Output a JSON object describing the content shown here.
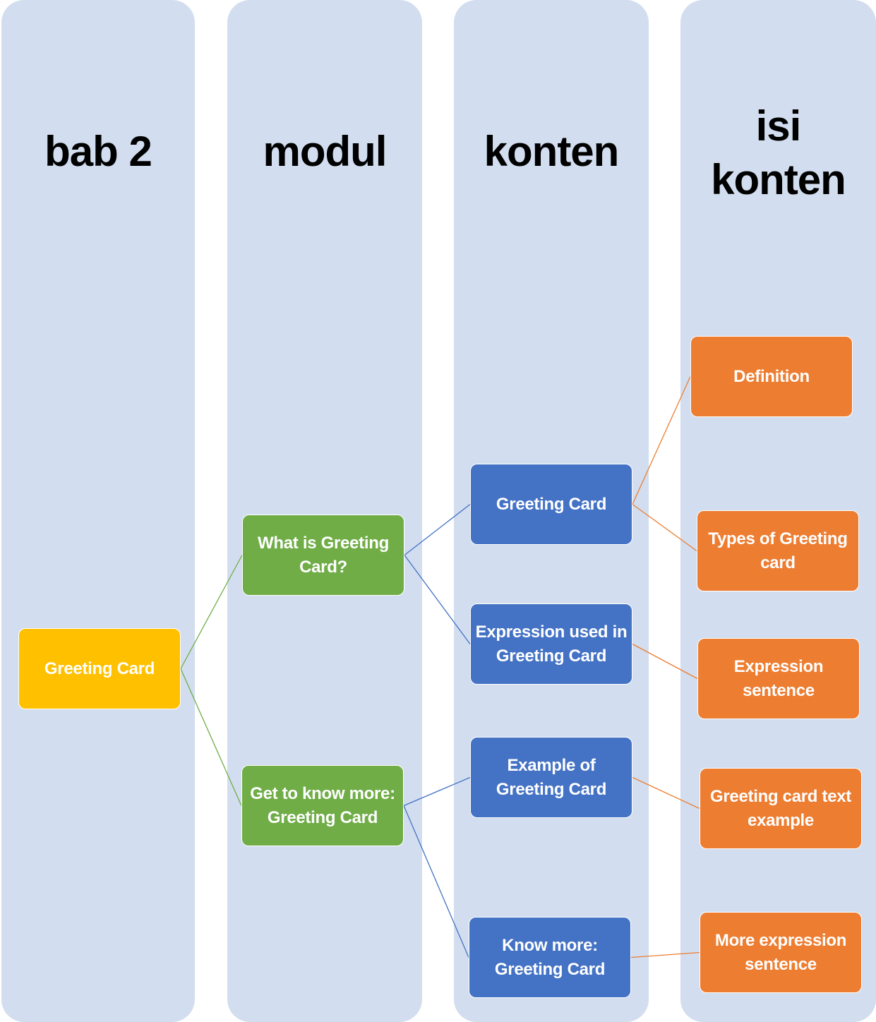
{
  "lanes": [
    {
      "title": "bab 2"
    },
    {
      "title": "modul"
    },
    {
      "title": "konten"
    },
    {
      "title_line1": "isi",
      "title_line2": "konten"
    }
  ],
  "nodes": {
    "root": {
      "label": "Greeting Card",
      "level": "bab 2"
    },
    "modul_1": {
      "label": "What is Greeting Card?",
      "parent": "root"
    },
    "modul_2": {
      "label": "Get to know more: Greeting Card",
      "parent": "root"
    },
    "konten_1": {
      "label": "Greeting Card",
      "parent": "modul_1"
    },
    "konten_2": {
      "label": "Expression used in Greeting Card",
      "parent": "modul_1"
    },
    "konten_3": {
      "label": "Example of Greeting Card",
      "parent": "modul_2"
    },
    "konten_4": {
      "label": "Know more: Greeting Card",
      "parent": "modul_2"
    },
    "isi_1": {
      "label": "Definition",
      "parent": "konten_1"
    },
    "isi_2": {
      "label": "Types of Greeting card",
      "parent": "konten_1"
    },
    "isi_3": {
      "label": "Expression sentence",
      "parent": "konten_2"
    },
    "isi_4": {
      "label": "Greeting card text example",
      "parent": "konten_3"
    },
    "isi_5": {
      "label": "More expression sentence",
      "parent": "konten_4"
    }
  },
  "colors": {
    "lane_background": "#d2deef",
    "level1": "#ffc000",
    "level2": "#70ad47",
    "level3": "#4472c4",
    "level4": "#ed7d31"
  }
}
